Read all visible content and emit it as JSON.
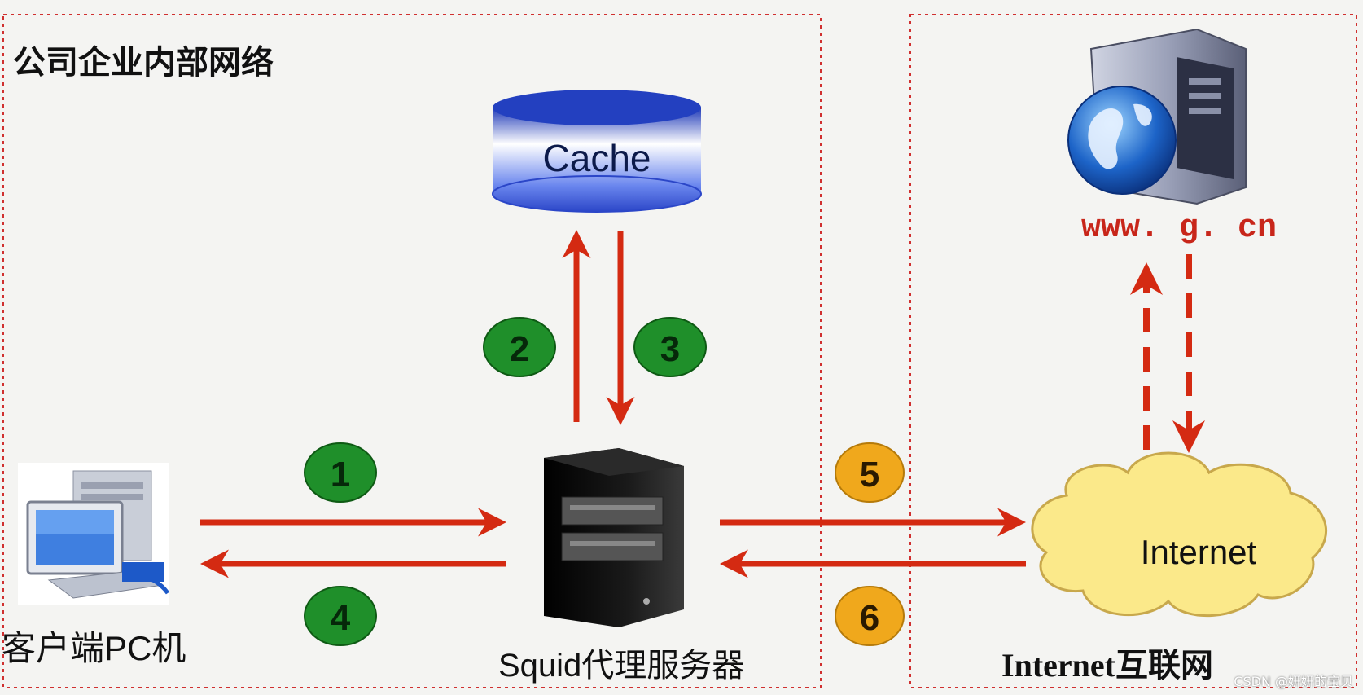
{
  "zones": {
    "internal": {
      "label": "公司企业内部网络"
    },
    "internet": {
      "label": "Internet互联网"
    }
  },
  "nodes": {
    "cache": {
      "label": "Cache"
    },
    "client": {
      "label": "客户端PC机"
    },
    "proxy": {
      "label": "Squid代理服务器"
    },
    "cloud": {
      "label": "Internet"
    },
    "webserver": {
      "label": "www. g. cn"
    }
  },
  "steps": [
    {
      "num": "1",
      "color": "#1f8f2a"
    },
    {
      "num": "2",
      "color": "#1f8f2a"
    },
    {
      "num": "3",
      "color": "#1f8f2a"
    },
    {
      "num": "4",
      "color": "#1f8f2a"
    },
    {
      "num": "5",
      "color": "#f0a81c"
    },
    {
      "num": "6",
      "color": "#f0a81c"
    }
  ],
  "colors": {
    "arrow": "#d42a12",
    "border": "#d03030",
    "cache_fill": "#3357d6",
    "cloud_fill": "#fbe98a"
  },
  "watermark": "CSDN @妍妍的宝贝"
}
